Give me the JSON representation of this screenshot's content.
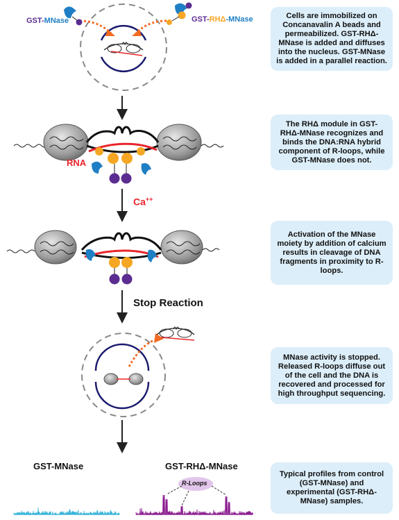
{
  "labels": {
    "top_left_prefix": "GST-",
    "top_left_suffix": "MNase",
    "top_right_prefix": "GST-",
    "top_right_mid": "RHΔ",
    "top_right_suffix": "-MNase",
    "rna": "RNA",
    "calcium": "Ca",
    "calcium_charge": "++",
    "stop_reaction": "Stop Reaction",
    "profile_left": "GST-MNase",
    "profile_right": "GST-RHΔ-MNase",
    "rloops": "R-Loops"
  },
  "steps": [
    {
      "text": "Cells are immobilized on Concanavalin A beads and permeabilized. GST-RHΔ-MNase is added and diffuses into the nucleus. GST-MNase is added in a parallel reaction."
    },
    {
      "text": "The RHΔ module in GST-RHΔ-MNase recognizes and binds the DNA:RNA hybrid component of R-loops, while GST-MNase does not."
    },
    {
      "text": "Activation of the MNase moiety by addition of calcium results in cleavage of DNA fragments in proximity to R-loops."
    },
    {
      "text": "MNase activity is stopped. Released R-loops diffuse out of the cell and the DNA is recovered and processed for high throughput sequencing."
    },
    {
      "text": "Typical profiles from control (GST-MNase) and experimental (GST-RHΔ-MNase) samples."
    }
  ],
  "colors": {
    "mnase": "#1f7fc4",
    "gst": "#5b2d91",
    "rhd": "#f5a623",
    "rna": "#e8252b",
    "arrow_orange": "#f26b22",
    "nucleus": "#1a1a6e",
    "box_bg": "#dceef9",
    "profile_left": "#36b3d9",
    "profile_right": "#8b1d8e",
    "rloops_bubble": "#e2c6ea"
  }
}
